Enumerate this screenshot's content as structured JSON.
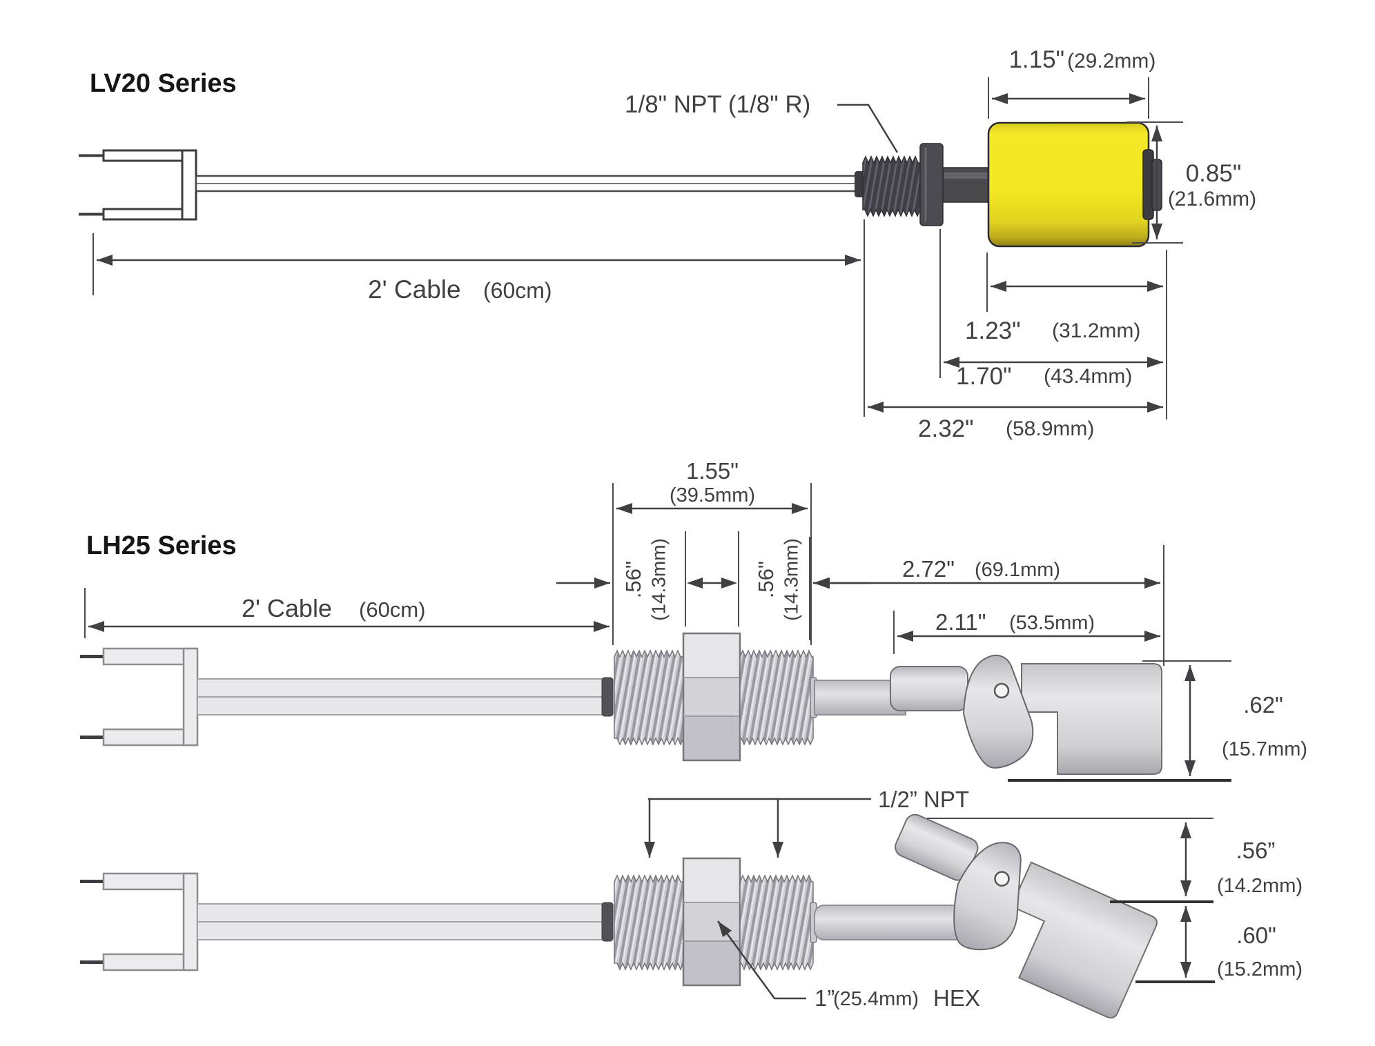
{
  "colors": {
    "float_yellow": "#f1e724",
    "metal_dark": "#47474c",
    "metal_light": "#d9d9dd",
    "line": "#3f3f44"
  },
  "lv20": {
    "title": "LV20 Series",
    "npt_label": "1/8\" NPT (1/8\" R)",
    "cable_label": "2' Cable",
    "cable_metric": "(60cm)",
    "dims": {
      "float_dia": {
        "in": "1.15\"",
        "mm": "(29.2mm)"
      },
      "float_h": {
        "in": "0.85\"",
        "mm": "(21.6mm)"
      },
      "float_len": {
        "in": "1.23\"",
        "mm": "(31.2mm)"
      },
      "body_len": {
        "in": "1.70\"",
        "mm": "(43.4mm)"
      },
      "total_len": {
        "in": "2.32\"",
        "mm": "(58.9mm)"
      }
    }
  },
  "lh25": {
    "title": "LH25 Series",
    "cable_label": "2' Cable",
    "cable_metric": "(60cm)",
    "npt_label": "1/2” NPT",
    "hex_label": {
      "in": "1”",
      "mm": "(25.4mm)",
      "suffix": "HEX"
    },
    "dims": {
      "fitting_len": {
        "in": "1.55\"",
        "mm": "(39.5mm)"
      },
      "thread_left": {
        "in": ".56\"",
        "mm": "(14.3mm)"
      },
      "thread_right": {
        "in": ".56\"",
        "mm": "(14.3mm)"
      },
      "arm_len": {
        "in": "2.72\"",
        "mm": "(69.1mm)"
      },
      "float_len": {
        "in": "2.11\"",
        "mm": "(53.5mm)"
      },
      "paddle_h": {
        "in": ".62\"",
        "mm": "(15.7mm)"
      },
      "swing_up": {
        "in": ".56”",
        "mm": "(14.2mm)"
      },
      "swing_down": {
        "in": ".60\"",
        "mm": "(15.2mm)"
      }
    }
  }
}
